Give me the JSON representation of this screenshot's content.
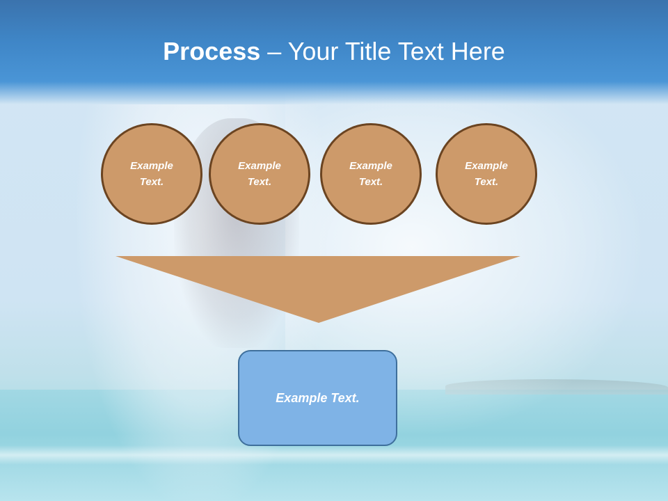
{
  "slide": {
    "title_bold": "Process",
    "title_rest": " – Your Title Text Here"
  },
  "circles": [
    {
      "label": "Example Text."
    },
    {
      "label": "Example Text."
    },
    {
      "label": "Example Text."
    },
    {
      "label": "Example Text."
    }
  ],
  "result": {
    "label": "Example Text."
  },
  "colors": {
    "title_band": "#4a95d6",
    "circle_fill": "#cd9a6a",
    "circle_border": "#6b4421",
    "funnel_fill": "#cd9a6a",
    "result_fill": "#7fb3e6",
    "result_border": "#3e6f9c"
  }
}
